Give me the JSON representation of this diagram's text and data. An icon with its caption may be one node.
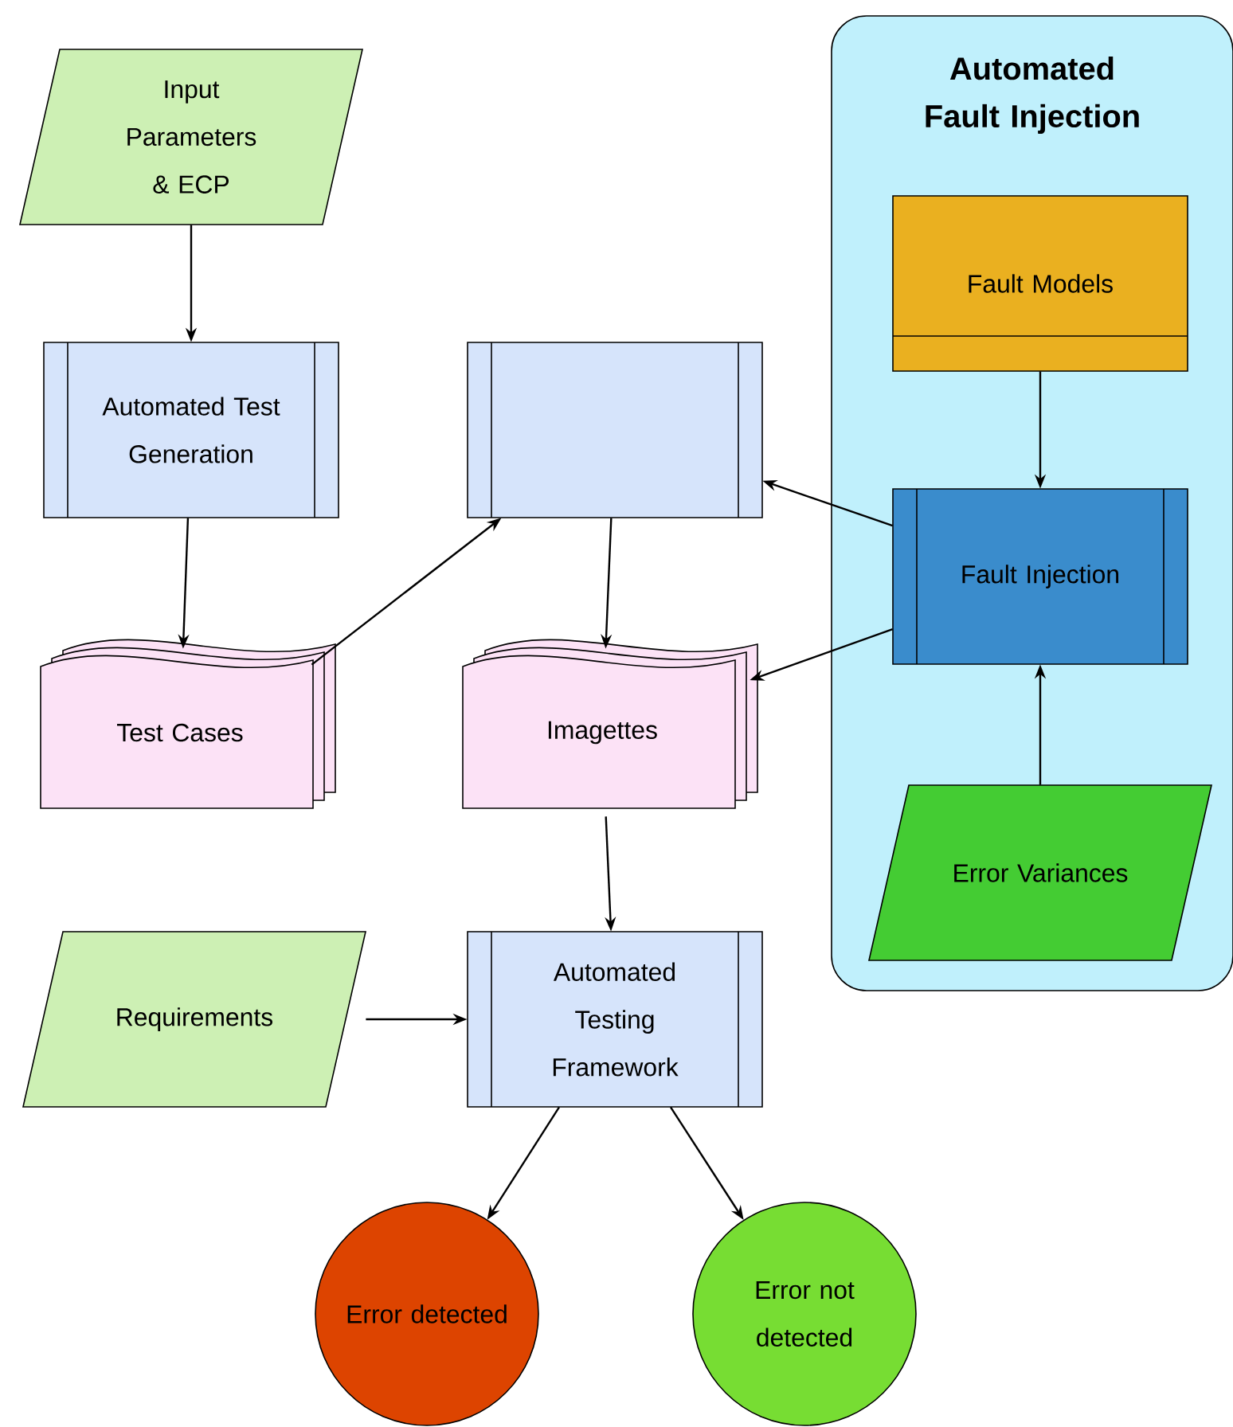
{
  "diagram": {
    "nodes": [
      {
        "text": [
          "Input Parameters & ECP"
        ]
      },
      {
        "text": [
          "Automated Test Generation"
        ]
      },
      {
        "text": [
          "Test Cases"
        ]
      },
      {
        "text": [],
        "shape": "box"
      },
      {
        "text": [
          "Imagettes"
        ]
      },
      {
        "text": [
          "Automated Testing Framework"
        ]
      },
      {
        "text": [
          "Requirements"
        ]
      },
      {
        "text": [
          "Error detected"
        ]
      },
      {
        "text": [
          "Error not detected"
        ]
      },
      {
        "text": [
          "Automated Fault Injection"
        ]
      },
      {
        "text": [
          "Fault Models"
        ],
        "in": 9
      },
      {
        "text": [
          "Fault Injection"
        ],
        "in": 9
      },
      {
        "text": [
          "Error Variances"
        ],
        "in": 9
      }
    ],
    "edges": [
      {
        "from": 0,
        "to": 1,
        "arrow": "to"
      },
      {
        "from": 1,
        "to": 2,
        "arrow": "to"
      },
      {
        "from": 2,
        "to": 3,
        "arrow": "to"
      },
      {
        "from": 3,
        "to": 4,
        "arrow": "to"
      },
      {
        "from": 4,
        "to": 5,
        "arrow": "to"
      },
      {
        "from": 6,
        "to": 5,
        "arrow": "to"
      },
      {
        "from": 5,
        "to": 7,
        "arrow": "to"
      },
      {
        "from": 5,
        "to": 8,
        "arrow": "to"
      },
      {
        "from": 10,
        "to": 11,
        "arrow": "to"
      },
      {
        "from": 12,
        "to": 11,
        "arrow": "to"
      },
      {
        "from": 11,
        "to": 3,
        "arrow": "to"
      },
      {
        "from": 11,
        "to": 4,
        "arrow": "to"
      }
    ]
  }
}
